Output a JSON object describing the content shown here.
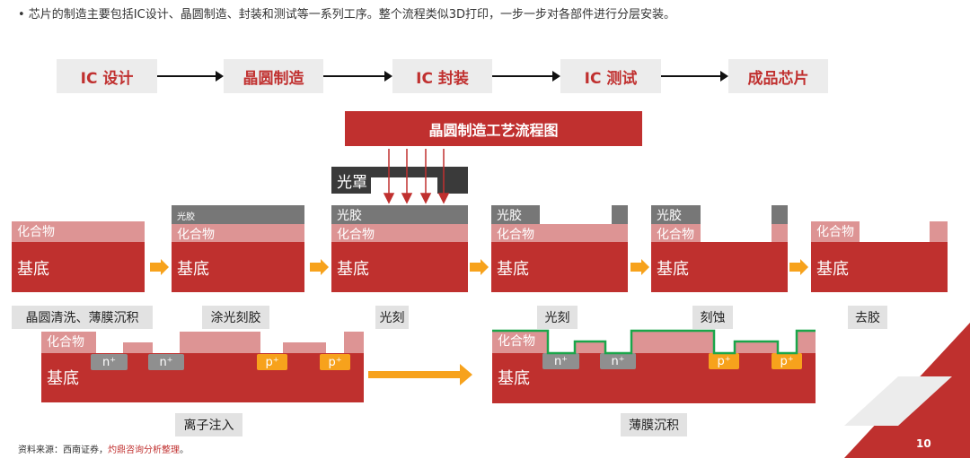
{
  "intro": "•  芯片的制造主要包括IC设计、晶圆制造、封装和测试等一系列工序。整个流程类似3D打印，一步一步对各部件进行分层安装。",
  "flow": [
    "IC 设计",
    "晶圆制造",
    "IC 封装",
    "IC 测试",
    "成品芯片"
  ],
  "diagram_title": "晶圆制造工艺流程图",
  "mask_label": "光罩",
  "layers": {
    "resist": "光胶",
    "compound": "化合物",
    "base": "基底"
  },
  "dopants": {
    "n": "n⁺",
    "p": "p⁺"
  },
  "steps": [
    "晶圆清洗、薄膜沉积",
    "涂光刻胶",
    "光刻",
    "光刻",
    "刻蚀",
    "去胶",
    "离子注入",
    "薄膜沉积"
  ],
  "footer": {
    "source": "资料来源：西南证券，",
    "highlight": "灼鼎咨询分析整理",
    "end": "。"
  },
  "page_number": "10",
  "colors": {
    "red": "#bf302e",
    "compound": "#dd9494",
    "resist": "#777777",
    "orange": "#f7a21c",
    "green": "#1aa64a"
  }
}
